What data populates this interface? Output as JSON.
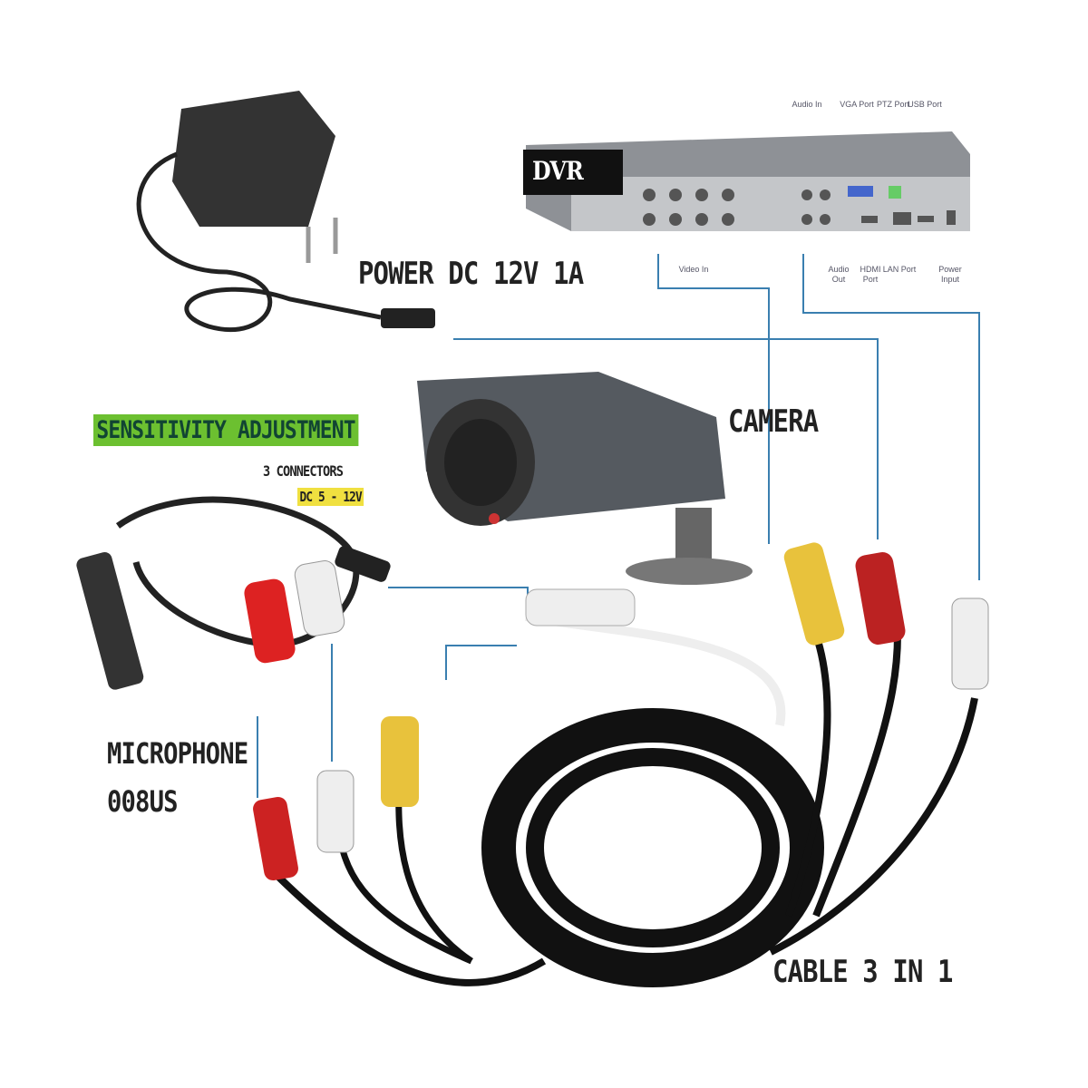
{
  "labels": {
    "power": "POWER DC 12V 1A",
    "camera": "CAMERA",
    "sensitivity": "SENSITIVITY ADJUSTMENT",
    "connectors": "3 CONNECTORS",
    "voltage": "DC 5 - 12V",
    "microphone": "MICROPHONE",
    "mic_model": "008US",
    "cable": "CABLE 3 IN 1",
    "dvr": "DVR"
  },
  "dvr_ports": {
    "audio_in": "Audio In",
    "vga": "VGA Port",
    "ptz": "PTZ Port",
    "usb": "USB Port",
    "video_in": "Video In",
    "audio_out": "Audio Out",
    "hdmi": "HDMI Port",
    "lan": "LAN Port",
    "power_input": "Power Input"
  },
  "colors": {
    "connector_line": "#3a7fb0",
    "sens_bg": "#6cc030",
    "volt_bg": "#f0e040"
  }
}
